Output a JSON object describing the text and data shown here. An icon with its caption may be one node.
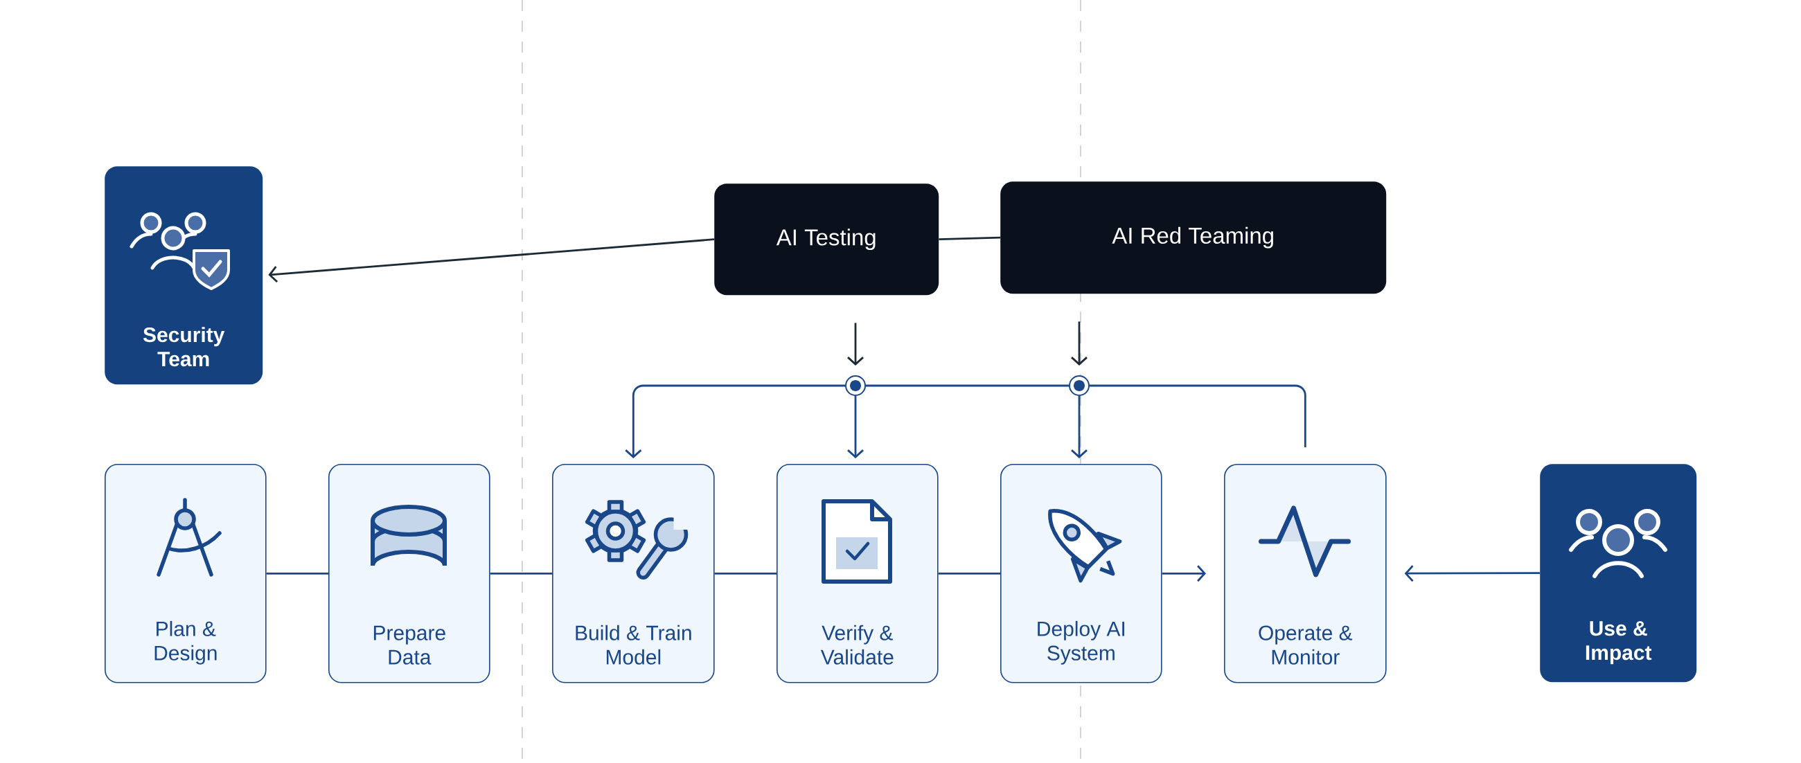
{
  "diagram": {
    "nodes": [
      {
        "text": [
          "Security Team"
        ]
      },
      {
        "text": [
          "AI Testing"
        ]
      },
      {
        "text": [
          "AI Red Teaming"
        ]
      },
      {
        "text": [
          "Plan & Design"
        ]
      },
      {
        "text": [
          "Prepare Data"
        ]
      },
      {
        "text": [
          "Build & Train Model"
        ]
      },
      {
        "text": [
          "Verify & Validate"
        ]
      },
      {
        "text": [
          "Deploy AI System"
        ]
      },
      {
        "text": [
          "Operate & Monitor"
        ]
      },
      {
        "text": [
          "Use & Impact"
        ]
      },
      {
        "text": [],
        "shape": "circle"
      },
      {
        "text": [],
        "shape": "circle"
      }
    ],
    "edges": [
      {
        "from": 1,
        "to": 0,
        "arrow": "to",
        "color": "#1b2a35"
      },
      {
        "from": 1,
        "to": 2,
        "arrow": "none",
        "color": "#1b2a35"
      },
      {
        "from": 1,
        "to": 10,
        "arrow": "to",
        "color": "#1b2a35"
      },
      {
        "from": 2,
        "to": 11,
        "arrow": "to",
        "color": "#1b2a35"
      },
      {
        "from": 10,
        "to": 5,
        "arrow": "to"
      },
      {
        "from": 10,
        "to": 6,
        "arrow": "to"
      },
      {
        "from": 10,
        "to": 11,
        "arrow": "none"
      },
      {
        "from": 11,
        "to": 7,
        "arrow": "to"
      },
      {
        "from": 11,
        "to": 8,
        "arrow": "none"
      },
      {
        "from": 3,
        "to": 4,
        "arrow": "none"
      },
      {
        "from": 4,
        "to": 5,
        "arrow": "none"
      },
      {
        "from": 5,
        "to": 6,
        "arrow": "none"
      },
      {
        "from": 6,
        "to": 7,
        "arrow": "none"
      },
      {
        "from": 7,
        "to": 8,
        "arrow": "to"
      },
      {
        "from": 9,
        "to": 8,
        "arrow": "to"
      }
    ]
  }
}
